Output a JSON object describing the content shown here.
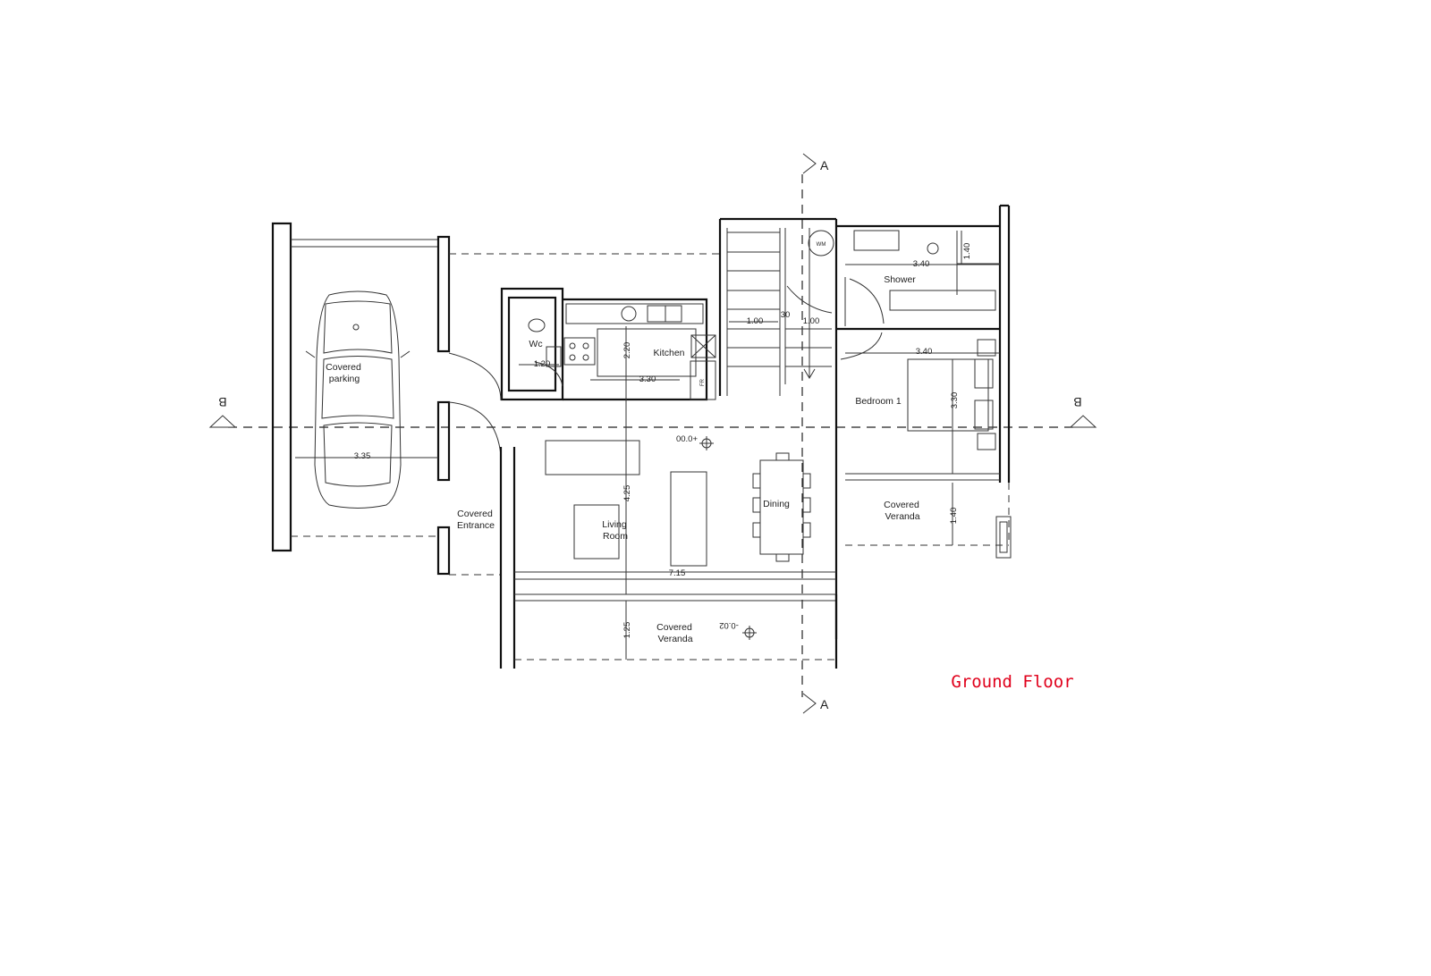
{
  "title": "Ground Floor",
  "colors": {
    "title": "#e0001b",
    "lines": "#111111"
  },
  "section_markers": {
    "a": "A",
    "b": "B"
  },
  "rooms": {
    "covered_parking": [
      "Covered",
      "parking"
    ],
    "wc": "Wc",
    "kitchen": "Kitchen",
    "shower": "Shower",
    "bedroom": "Bedroom 1",
    "covered_entrance": [
      "Covered",
      "Entrance"
    ],
    "living_room": [
      "Living",
      "Room"
    ],
    "dining": "Dining",
    "covered_veranda_right": [
      "Covered",
      "Veranda"
    ],
    "covered_veranda_bottom": [
      "Covered",
      "Veranda"
    ]
  },
  "dimensions": {
    "parking_width": "3.35",
    "wc_width": "1.20",
    "kitchen_height": "2.20",
    "kitchen_width": "3.30",
    "stair_run": "1.00",
    "stair_gap": "30",
    "stair_landing": "1.00",
    "shower_width": "3.40",
    "shower_depth": "1.40",
    "bedroom_width": "3.40",
    "bedroom_depth": "3.30",
    "living_depth": "4.25",
    "living_width": "7.15",
    "veranda_right_depth": "1.40",
    "veranda_bottom_depth": "1.25"
  },
  "levels": {
    "interior": "00.0+",
    "veranda": "-0.02"
  },
  "fixture_labels": {
    "fridge": "FR",
    "washer": "WM"
  }
}
